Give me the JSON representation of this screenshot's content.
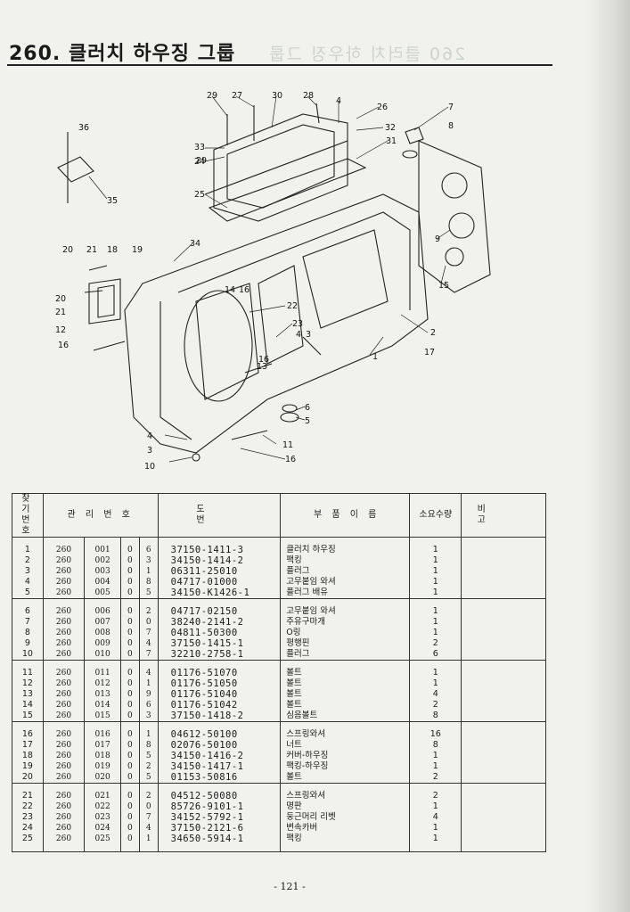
{
  "header": {
    "title": "260. 클러치 하우징 그룹"
  },
  "diagram": {
    "callouts": [
      "29",
      "27",
      "30",
      "28",
      "4",
      "26",
      "7",
      "8",
      "36",
      "33",
      "29",
      "32",
      "31",
      "24",
      "25",
      "35",
      "34",
      "9",
      "20",
      "21",
      "18",
      "19",
      "15",
      "16",
      "14",
      "22",
      "20",
      "21",
      "23",
      "4",
      "3",
      "12",
      "2",
      "16",
      "13",
      "16",
      "17",
      "1",
      "6",
      "5",
      "4",
      "11",
      "3",
      "16",
      "10"
    ]
  },
  "table": {
    "headers": {
      "no_line1": "찾 기",
      "no_line2": "번 호",
      "code": "관 리 번 호",
      "drawing": "도 번",
      "name": "부 품 이 름",
      "qty": "소요수량",
      "remarks": "비 고"
    },
    "rows": [
      {
        "no": "1",
        "a": "260",
        "b": "001",
        "c": "0",
        "d": "6",
        "part": "37150-1411-3",
        "name": "클러치 하우징",
        "qty": "1"
      },
      {
        "no": "2",
        "a": "260",
        "b": "002",
        "c": "0",
        "d": "3",
        "part": "34150-1414-2",
        "name": "팩킹",
        "qty": "1"
      },
      {
        "no": "3",
        "a": "260",
        "b": "003",
        "c": "0",
        "d": "1",
        "part": "06311-25010",
        "name": "플러그",
        "qty": "1"
      },
      {
        "no": "4",
        "a": "260",
        "b": "004",
        "c": "0",
        "d": "8",
        "part": "04717-01000",
        "name": "고무붙임 와셔",
        "qty": "1"
      },
      {
        "no": "5",
        "a": "260",
        "b": "005",
        "c": "0",
        "d": "5",
        "part": "34150-K1426-1",
        "name": "플러그 배유",
        "qty": "1"
      },
      {
        "no": "6",
        "a": "260",
        "b": "006",
        "c": "0",
        "d": "2",
        "part": "04717-02150",
        "name": "고무붙임 와셔",
        "qty": "1"
      },
      {
        "no": "7",
        "a": "260",
        "b": "007",
        "c": "0",
        "d": "0",
        "part": "38240-2141-2",
        "name": "주유구마개",
        "qty": "1"
      },
      {
        "no": "8",
        "a": "260",
        "b": "008",
        "c": "0",
        "d": "7",
        "part": "04811-50300",
        "name": "O링",
        "qty": "1"
      },
      {
        "no": "9",
        "a": "260",
        "b": "009",
        "c": "0",
        "d": "4",
        "part": "37150-1415-1",
        "name": "평행핀",
        "qty": "2"
      },
      {
        "no": "10",
        "a": "260",
        "b": "010",
        "c": "0",
        "d": "7",
        "part": "32210-2758-1",
        "name": "플러그",
        "qty": "6"
      },
      {
        "no": "11",
        "a": "260",
        "b": "011",
        "c": "0",
        "d": "4",
        "part": "01176-51070",
        "name": "볼트",
        "qty": "1"
      },
      {
        "no": "12",
        "a": "260",
        "b": "012",
        "c": "0",
        "d": "1",
        "part": "01176-51050",
        "name": "볼트",
        "qty": "1"
      },
      {
        "no": "13",
        "a": "260",
        "b": "013",
        "c": "0",
        "d": "9",
        "part": "01176-51040",
        "name": "볼트",
        "qty": "4"
      },
      {
        "no": "14",
        "a": "260",
        "b": "014",
        "c": "0",
        "d": "6",
        "part": "01176-51042",
        "name": "볼트",
        "qty": "2"
      },
      {
        "no": "15",
        "a": "260",
        "b": "015",
        "c": "0",
        "d": "3",
        "part": "37150-1418-2",
        "name": "심음볼트",
        "qty": "8"
      },
      {
        "no": "16",
        "a": "260",
        "b": "016",
        "c": "0",
        "d": "1",
        "part": "04612-50100",
        "name": "스프링와셔",
        "qty": "16"
      },
      {
        "no": "17",
        "a": "260",
        "b": "017",
        "c": "0",
        "d": "8",
        "part": "02076-50100",
        "name": "너트",
        "qty": "8"
      },
      {
        "no": "18",
        "a": "260",
        "b": "018",
        "c": "0",
        "d": "5",
        "part": "34150-1416-2",
        "name": "커버-하우징",
        "qty": "1"
      },
      {
        "no": "19",
        "a": "260",
        "b": "019",
        "c": "0",
        "d": "2",
        "part": "34150-1417-1",
        "name": "팩킹-하우징",
        "qty": "1"
      },
      {
        "no": "20",
        "a": "260",
        "b": "020",
        "c": "0",
        "d": "5",
        "part": "01153-50816",
        "name": "볼트",
        "qty": "2"
      },
      {
        "no": "21",
        "a": "260",
        "b": "021",
        "c": "0",
        "d": "2",
        "part": "04512-50080",
        "name": "스프링와셔",
        "qty": "2"
      },
      {
        "no": "22",
        "a": "260",
        "b": "022",
        "c": "0",
        "d": "0",
        "part": "85726-9101-1",
        "name": "명판",
        "qty": "1"
      },
      {
        "no": "23",
        "a": "260",
        "b": "023",
        "c": "0",
        "d": "7",
        "part": "34152-5792-1",
        "name": "둥근머리 리벳",
        "qty": "4"
      },
      {
        "no": "24",
        "a": "260",
        "b": "024",
        "c": "0",
        "d": "4",
        "part": "37150-2121-6",
        "name": "변속카버",
        "qty": "1"
      },
      {
        "no": "25",
        "a": "260",
        "b": "025",
        "c": "0",
        "d": "1",
        "part": "34650-5914-1",
        "name": "팩킹",
        "qty": "1"
      }
    ]
  },
  "footer": {
    "page_number": "- 121 -"
  }
}
